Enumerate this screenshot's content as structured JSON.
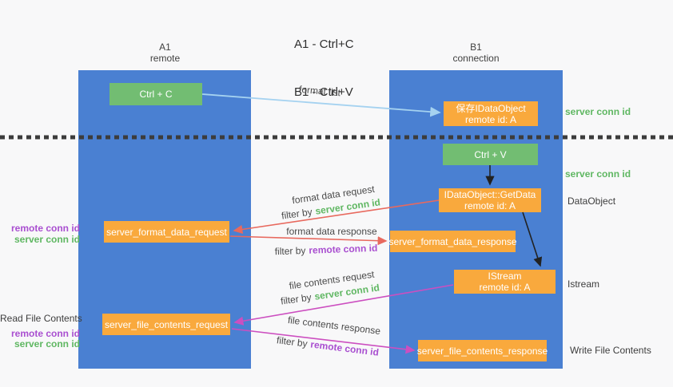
{
  "title": {
    "line1": "A1 - Ctrl+C",
    "line2": "B1 - Ctrl+V"
  },
  "columns": {
    "left": {
      "name": "A1",
      "role": "remote"
    },
    "right": {
      "name": "B1",
      "role": "connection"
    }
  },
  "nodes": {
    "ctrl_c": {
      "label": "Ctrl + C"
    },
    "save_dataobject": {
      "line1": "保存IDataObject",
      "line2": "remote id: A"
    },
    "ctrl_v": {
      "label": "Ctrl + V"
    },
    "getdata": {
      "line1": "IDataObject::GetData",
      "line2": "remote id: A"
    },
    "istream": {
      "line1": "IStream",
      "line2": "remote id: A"
    },
    "format_request": {
      "label": "server_format_data_request"
    },
    "format_response": {
      "label": "server_format_data_response"
    },
    "file_request": {
      "label": "server_file_contents_request"
    },
    "file_response": {
      "label": "server_file_contents_response"
    }
  },
  "arrow_labels": {
    "format_list": "format list",
    "format_data_request": "format data request",
    "format_data_response": "format data response",
    "file_contents_request": "file contents request",
    "file_contents_response": "file contents response",
    "filter_by": "filter by",
    "server_conn_id": "server conn id",
    "remote_conn_id": "remote conn id"
  },
  "side_labels": {
    "server_conn_id_top": "server conn id",
    "server_conn_id_mid": "server conn id",
    "dataobject": "DataObject",
    "istream": "Istream",
    "write_file_contents": "Write File Contents",
    "read_file_contents": "Read File Contents",
    "left_group1": {
      "remote": "remote conn id",
      "server": "server conn id"
    },
    "left_group2": {
      "remote": "remote conn id",
      "server": "server conn id"
    }
  },
  "colors": {
    "column_blue": "#4a80d2",
    "box_green": "#72bd72",
    "box_orange": "#f9a93d",
    "arrow_blue": "#a5d2f0",
    "arrow_red": "#e8695e",
    "arrow_magenta": "#cc4fc0",
    "arrow_black": "#222222",
    "label_green": "#5fb762",
    "label_purple": "#a94fd0",
    "text_dark": "#3d3d3d",
    "background": "#f8f8f9"
  }
}
